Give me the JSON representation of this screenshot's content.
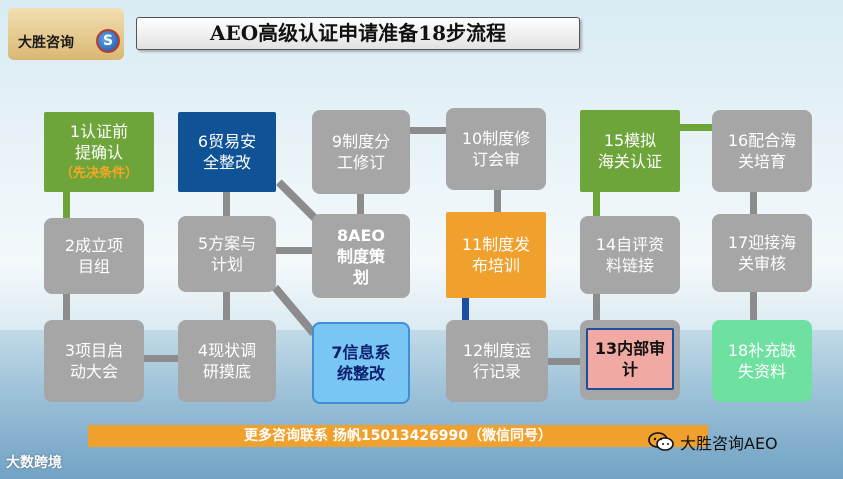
{
  "logo": {
    "text": "大胜咨询",
    "mark": "S"
  },
  "title": "AEO高级认证申请准备18步流程",
  "steps": [
    {
      "id": "1",
      "lines": [
        "1认证前",
        "提确认"
      ],
      "sub": "（先决条件）"
    },
    {
      "id": "2",
      "lines": [
        "2成立项",
        "目组"
      ]
    },
    {
      "id": "3",
      "lines": [
        "3项目启",
        "动大会"
      ]
    },
    {
      "id": "4",
      "lines": [
        "4现状调",
        "研摸底"
      ]
    },
    {
      "id": "5",
      "lines": [
        "5方案与",
        "计划"
      ]
    },
    {
      "id": "6",
      "lines": [
        "6贸易安",
        "全整改"
      ]
    },
    {
      "id": "7",
      "lines": [
        "7信息系",
        "统整改"
      ]
    },
    {
      "id": "8",
      "lines": [
        "8AEO",
        "制度策",
        "划"
      ]
    },
    {
      "id": "9",
      "lines": [
        "9制度分",
        "工修订"
      ]
    },
    {
      "id": "10",
      "lines": [
        "10制度修",
        "订会审"
      ]
    },
    {
      "id": "11",
      "lines": [
        "11制度发",
        "布培训"
      ]
    },
    {
      "id": "12",
      "lines": [
        "12制度运",
        "行记录"
      ]
    },
    {
      "id": "13",
      "lines": [
        "13内部审",
        "计"
      ]
    },
    {
      "id": "14",
      "lines": [
        "14自评资",
        "料链接"
      ]
    },
    {
      "id": "15",
      "lines": [
        "15模拟",
        "海关认证"
      ]
    },
    {
      "id": "16",
      "lines": [
        "16配合海",
        "关培育"
      ]
    },
    {
      "id": "17",
      "lines": [
        "17迎接海",
        "关审核"
      ]
    },
    {
      "id": "18",
      "lines": [
        "18补充缺",
        "失资料"
      ]
    }
  ],
  "banner": "更多咨询联系 扬帆15013426990（微信同号）",
  "wechat_label": "大胜咨询AEO",
  "watermark": "大数跨境",
  "colors": {
    "gray": "#a6a6a6",
    "green": "#6ea53a",
    "blue": "#0f5296",
    "orange": "#f0a02c",
    "lightblue": "#79c5f4",
    "pink": "#f1aaa3",
    "mint": "#6ee0a0"
  }
}
